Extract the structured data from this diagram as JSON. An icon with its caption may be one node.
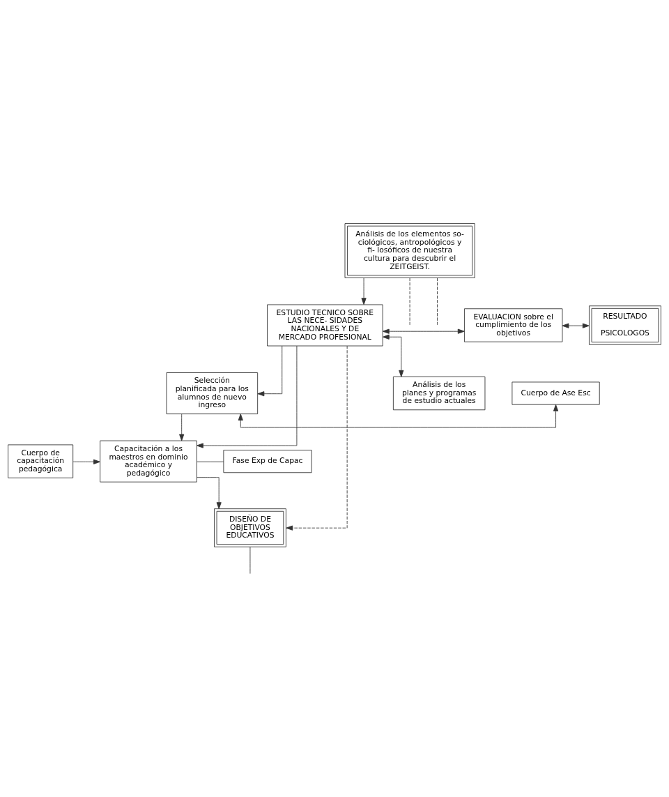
{
  "diagram": {
    "nodes": [
      {
        "text": [
          "Análisis de los elementos so- ciológicos, antropológicos y fi- losóficos de nuestra cultura para descubrir el ZEITGEIST."
        ]
      },
      {
        "text": [
          "Selección planificada para los alumnos de nuevo ingreso"
        ]
      },
      {
        "text": [
          "Cuerpo de Ase Esc"
        ]
      },
      {
        "text": [
          "Capacitación a los maestros en dominio académico y pedagógico"
        ]
      },
      {
        "text": [
          "Fase Exp de Capac"
        ]
      },
      {
        "text": [
          "Cuerpo de capacitación pedagógica"
        ]
      },
      {
        "text": [
          "DISEÑO DE OBJETIVOS EDUCATIVOS"
        ]
      },
      {
        "text": [
          "ESTUDIO TECNICO SOBRE LAS NECE- SIDADES NACIONALES Y DE MERCADO PROFESIONAL"
        ]
      },
      {
        "text": [
          "EVALUACION sobre el cumplimiento de los objetivos"
        ]
      },
      {
        "text": [
          "RESULTADO",
          "PSICOLOGOS"
        ]
      },
      {
        "text": [
          "Análisis de los planes y programas de estudio actuales"
        ]
      }
    ],
    "edges": [
      {
        "from": 0,
        "to": null,
        "arrow": "none",
        "style": "dashed"
      },
      {
        "from": 0,
        "to": null,
        "arrow": "none",
        "style": "dashed"
      },
      {
        "from": 0,
        "to": 7,
        "arrow": "to"
      },
      {
        "from": 7,
        "to": 1,
        "arrow": "to"
      },
      {
        "from": 7,
        "to": 3,
        "arrow": "to"
      },
      {
        "from": 1,
        "to": 2,
        "arrow": "both"
      },
      {
        "from": 1,
        "to": 3,
        "arrow": "to"
      },
      {
        "from": 3,
        "to": 4,
        "arrow": "none"
      },
      {
        "from": 5,
        "to": 3,
        "arrow": "to"
      },
      {
        "from": 3,
        "to": 6,
        "arrow": "to"
      },
      {
        "from": 7,
        "to": 6,
        "arrow": "to",
        "style": "dashed"
      },
      {
        "from": 6,
        "to": null,
        "arrow": "none"
      },
      {
        "from": 7,
        "to": 8,
        "arrow": "both"
      },
      {
        "from": 8,
        "to": 9,
        "arrow": "both"
      },
      {
        "from": 7,
        "to": 10,
        "arrow": "both"
      }
    ]
  }
}
